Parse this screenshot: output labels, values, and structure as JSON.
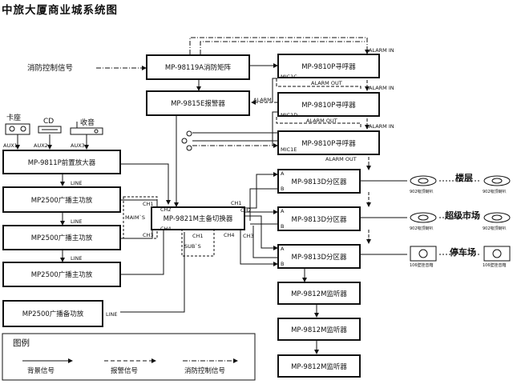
{
  "title": "中旅大厦商业城系统图",
  "fire_signal": "消防控制信号",
  "devices": {
    "fire_matrix": "MP-98119A消防矩阵",
    "alarm": "MP-9815E报警器",
    "pager1": "MP-9810P寻呼器",
    "pager2": "MP-9810P寻呼器",
    "pager3": "MP-9810P寻呼器",
    "preamp": "MP-9811P前置放大器",
    "amp1": "MP2500广播主功放",
    "amp2": "MP2500广播主功放",
    "amp3": "MP2500广播主功放",
    "amp_backup": "MP2500广播备功放",
    "switcher": "MP-9821M主备切换器",
    "zone1": "MP-9813D分区器",
    "zone2": "MP-9813D分区器",
    "zone3": "MP-9813D分区器",
    "monitor1": "MP-9812M监听器",
    "monitor2": "MP-9812M监听器",
    "monitor3": "MP-9812M监听器"
  },
  "sources": {
    "cassette": "卡座",
    "cd": "CD",
    "radio": "收音",
    "aux1": "AUX1",
    "aux2": "AUX2",
    "aux3": "AUX3"
  },
  "labels": {
    "alarm_in_1": "ALARM IN",
    "alarm_in_2": "ALARM IN",
    "alarm_in_3": "ALARM IN",
    "alarm_out_1": "ALARM OUT",
    "alarm_out_2": "ALARM OUT",
    "alarm_out_3": "ALARM OUT",
    "mic1c": "MIC1C",
    "mic1d": "MIC1D",
    "mic1e": "MIC1E",
    "alarm": "ALARM",
    "line1": "LINE",
    "line2": "LINE",
    "line3": "LINE",
    "line4": "LINE",
    "ch1_sw": "CH1",
    "ch2_sw": "CH2",
    "ch3_sw": "CH3",
    "ch4_sw": "CH4",
    "ch1_out": "CH1",
    "ch2_out": "CH2",
    "ch3_out": "CH3",
    "ch4_out": "CH4",
    "ch1_sub": "CH1",
    "mains": "MAIM`S",
    "subs": "SUB`S",
    "a1": "A",
    "b1": "B",
    "a2": "A",
    "b2": "B",
    "a3": "A",
    "b3": "B"
  },
  "zones": {
    "floor": "楼层",
    "supermarket": "超级市场",
    "parking": "停车场"
  },
  "speakers": {
    "ceiling": "902吸顶喇叭",
    "wall": "106壁挂音箱"
  },
  "legend": {
    "title": "图例",
    "background": "背景信号",
    "alarm": "报警信号",
    "fire": "消防控制信号"
  }
}
